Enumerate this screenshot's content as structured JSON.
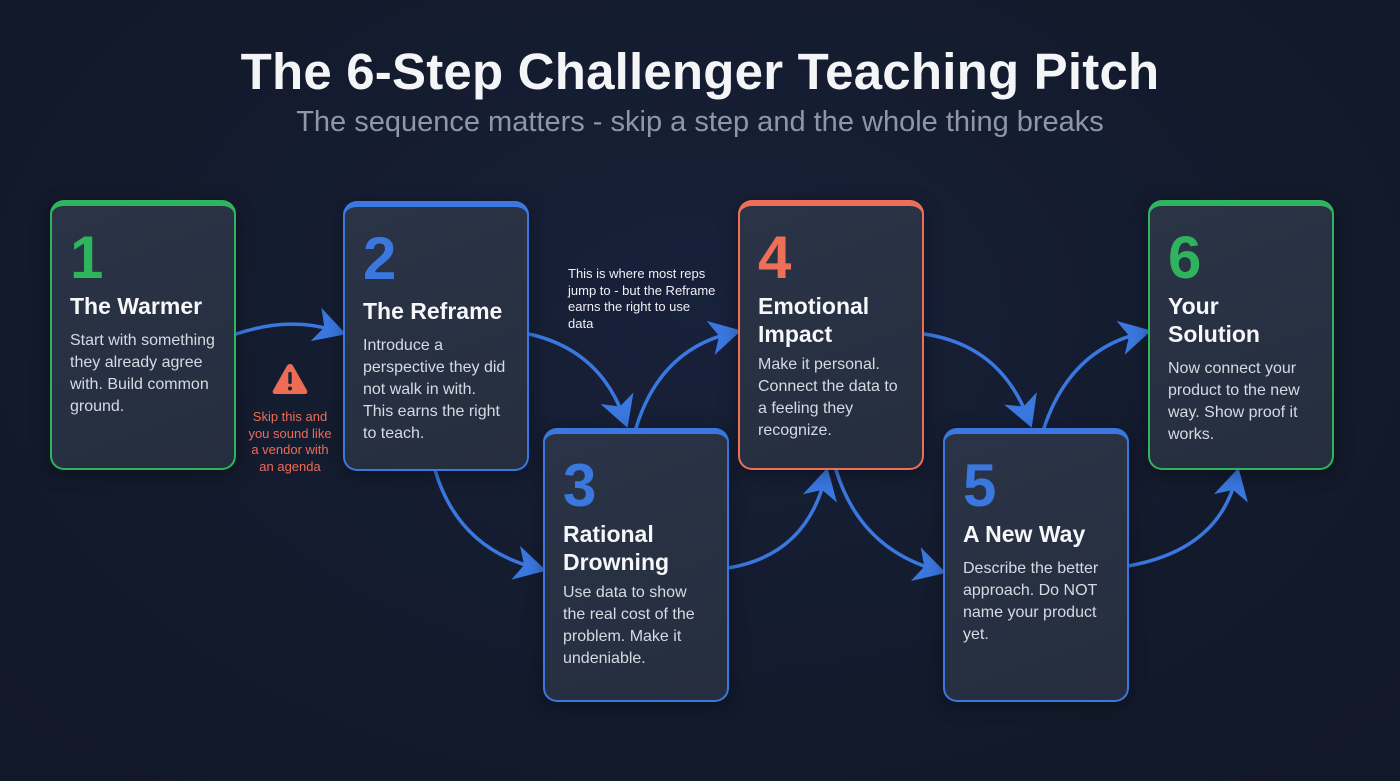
{
  "header": {
    "title": "The 6-Step Challenger Teaching Pitch",
    "subtitle": "The sequence matters - skip a step and the whole thing breaks"
  },
  "colors": {
    "background": "#141c2f",
    "green": "#2fb35d",
    "blue": "#3a78e0",
    "coral": "#ee6f58",
    "arrow": "#3a78e0",
    "card_fill": "#283244"
  },
  "steps": [
    {
      "number": "1",
      "title": "The Warmer",
      "description": "Start with something they already agree with. Build common ground.",
      "accent": "green"
    },
    {
      "number": "2",
      "title": "The Reframe",
      "description": "Introduce a perspective they did not walk in with. This earns the right to teach.",
      "accent": "blue"
    },
    {
      "number": "3",
      "title": "Rational Drowning",
      "description": "Use data to show the real cost of the problem. Make it undeniable.",
      "accent": "blue"
    },
    {
      "number": "4",
      "title": "Emotional Impact",
      "description": "Make it personal. Connect the data to a feeling they recognize.",
      "accent": "coral"
    },
    {
      "number": "5",
      "title": "A New Way",
      "description": "Describe the better approach. Do NOT name your product yet.",
      "accent": "blue"
    },
    {
      "number": "6",
      "title": "Your Solution",
      "description": "Now connect your product to the new way. Show proof it works.",
      "accent": "green"
    }
  ],
  "annotations": {
    "warning": {
      "icon": "warning-triangle-icon",
      "text": "Skip this and you sound like a vendor with an agenda"
    },
    "note": "This is where most reps jump to - but the Reframe earns the right to use data"
  }
}
